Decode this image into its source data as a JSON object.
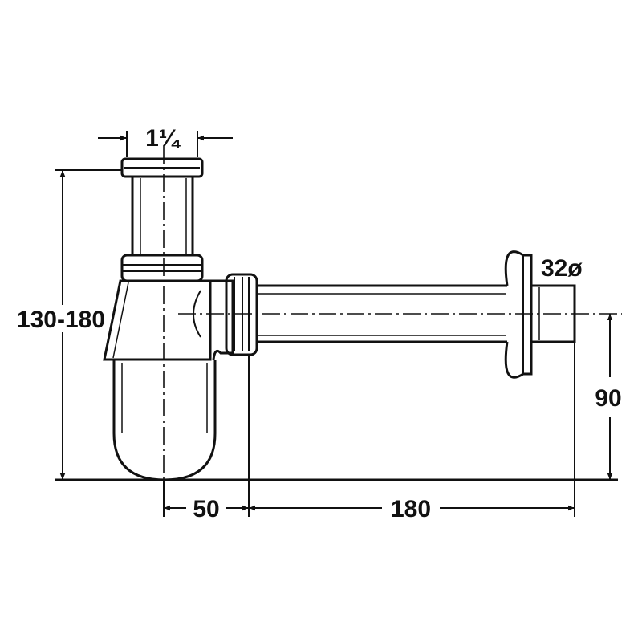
{
  "dimensions": {
    "inlet_size": "1¼",
    "height_range": "130-180",
    "trap_to_outlet_offset": "50",
    "outlet_length": "180",
    "outlet_height": "90",
    "outlet_diameter": "32ø"
  },
  "colors": {
    "line": "#111111",
    "background": "#ffffff"
  }
}
